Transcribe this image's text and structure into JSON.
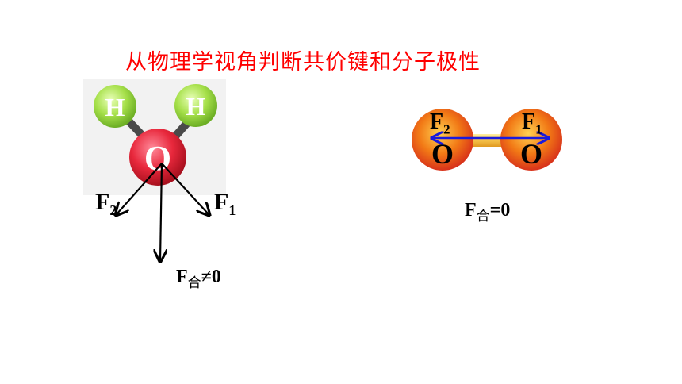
{
  "title": "从物理学视角判断共价键和分子极性",
  "water": {
    "atoms": {
      "h1": "H",
      "h2": "H",
      "o": "O"
    },
    "force_a": {
      "base": "F",
      "sub": "2"
    },
    "force_b": {
      "base": "F",
      "sub": "1"
    },
    "net": {
      "base": "F",
      "sub": "合",
      "rel": "≠0"
    }
  },
  "oxygen": {
    "atoms": {
      "left": "O",
      "right": "O"
    },
    "force_a": {
      "base": "F",
      "sub": "2"
    },
    "force_b": {
      "base": "F",
      "sub": "1"
    },
    "net": {
      "base": "F",
      "sub": "合",
      "rel": "=0"
    }
  },
  "colors": {
    "title": "#ff0000",
    "hydrogen": "#8fd43c",
    "oxygen_water": "#e8283c",
    "oxygen_o2": "#f06418",
    "vector_o2": "#1a1adc",
    "vector_water": "#000000"
  }
}
